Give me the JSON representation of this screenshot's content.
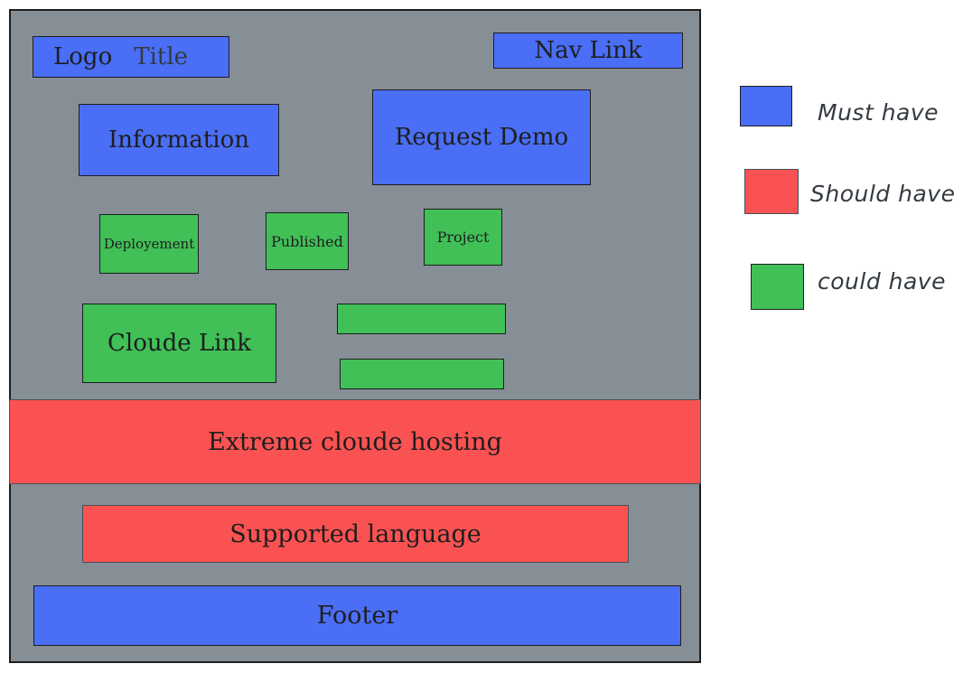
{
  "colors": {
    "must_have": "#4a6ef5",
    "should_have": "#fa5252",
    "could_have": "#40c057",
    "frame_background": "#868e96"
  },
  "wireframe": {
    "logo": "Logo",
    "title": "Title",
    "nav_link": "Nav Link",
    "information": "Information",
    "request_demo": "Request Demo",
    "deployement": "Deployement",
    "published": "Published",
    "project": "Project",
    "cloude_link": "Cloude Link",
    "extreme_hosting": "Extreme cloude hosting",
    "supported_language": "Supported language",
    "footer": "Footer"
  },
  "legend": {
    "must_have": "Must have",
    "should_have": "Should have",
    "could_have": "could have"
  }
}
